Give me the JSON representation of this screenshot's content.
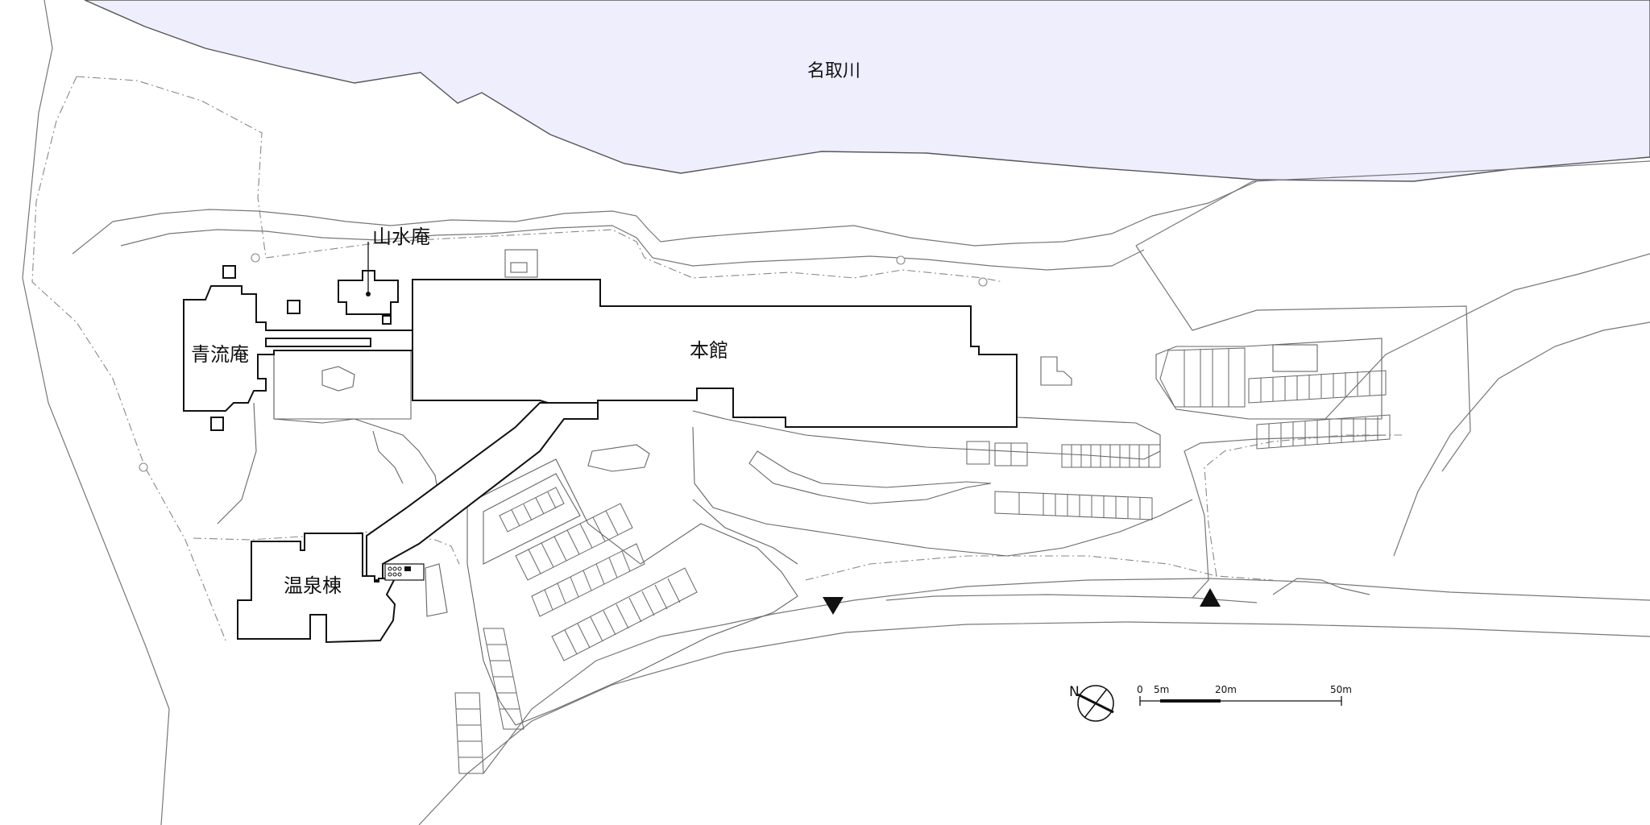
{
  "river": {
    "label": "名取川",
    "color": "#eeeefd"
  },
  "buildings": {
    "main": "本館",
    "seiryuan": "青流庵",
    "sansuian": "山水庵",
    "onsen": "温泉棟"
  },
  "compass": {
    "label": "N"
  },
  "scale_bar": {
    "ticks": [
      "0",
      "5m",
      "20m",
      "50m"
    ]
  },
  "entrances": [
    {
      "name": "entrance-marker-down",
      "symbol": "triangle-down"
    },
    {
      "name": "entrance-marker-up",
      "symbol": "triangle-up"
    }
  ]
}
